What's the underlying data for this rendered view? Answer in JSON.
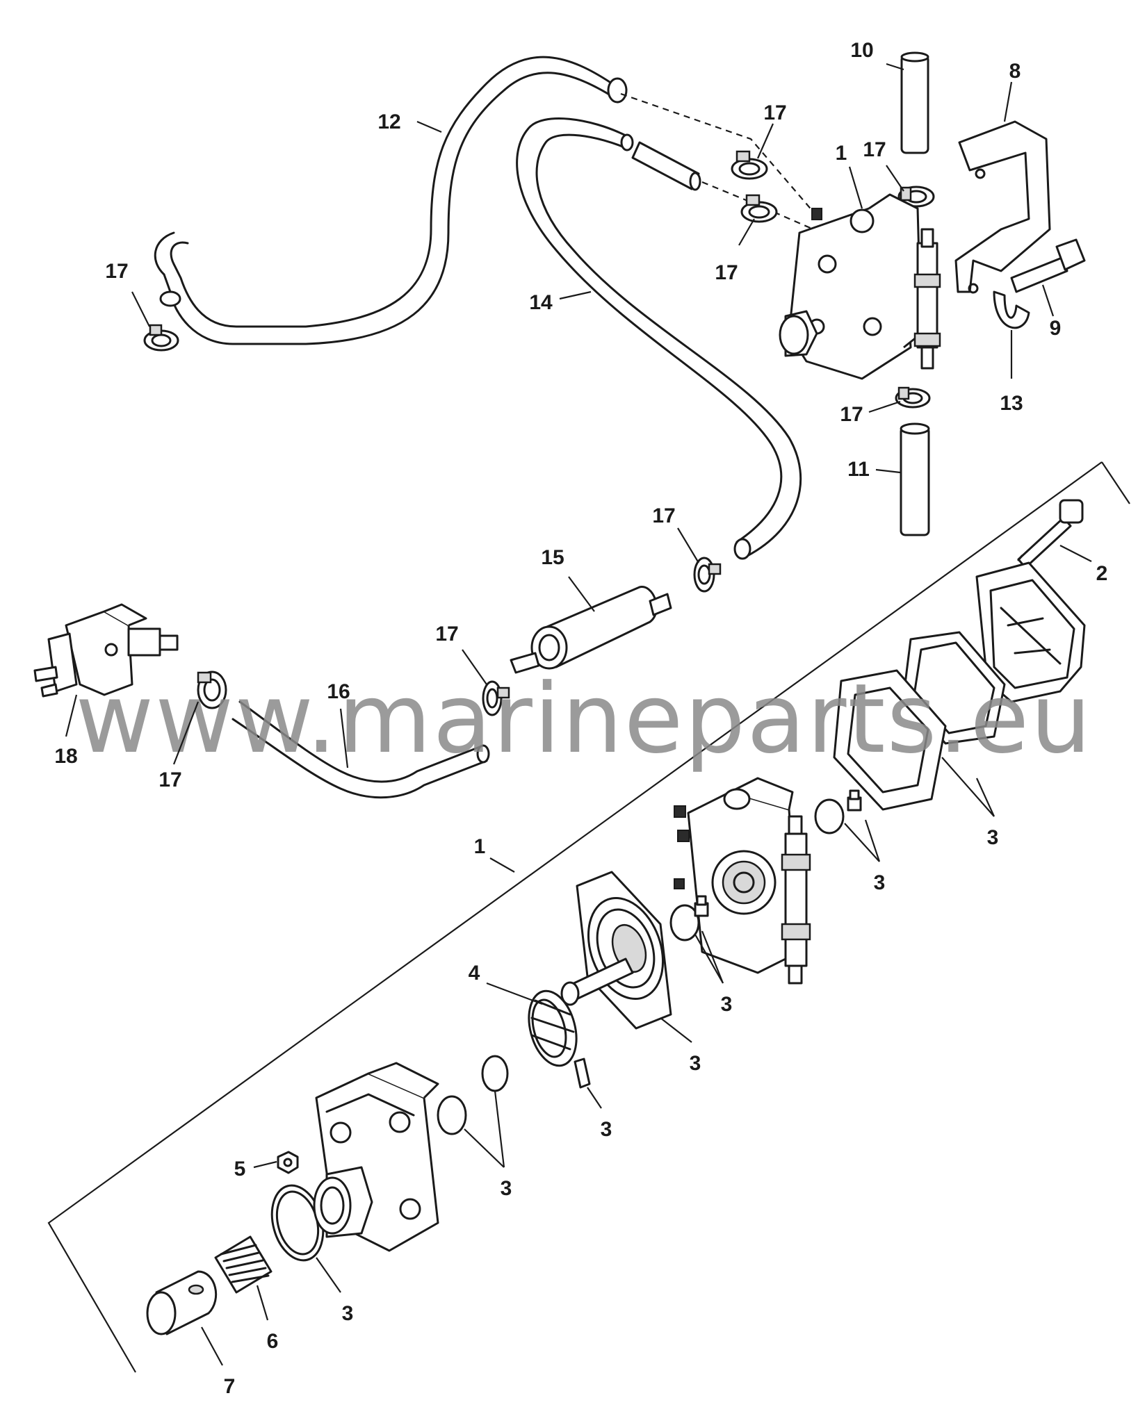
{
  "watermark": "www.marineparts.eu",
  "callouts": {
    "c10": "10",
    "c8": "8",
    "c17a": "17",
    "c17b": "17",
    "c1a": "1",
    "c12": "12",
    "c17c": "17",
    "c17d": "17",
    "c14": "14",
    "c9": "9",
    "c13": "13",
    "c17e": "17",
    "c11": "11",
    "c17f": "17",
    "c2": "2",
    "c15": "15",
    "c17g": "17",
    "c16": "16",
    "c18": "18",
    "c17h": "17",
    "c3a": "3",
    "c1b": "1",
    "c3b": "3",
    "c3c": "3",
    "c4": "4",
    "c3d": "3",
    "c3e": "3",
    "c3f": "3",
    "c5": "5",
    "c3g": "3",
    "c6": "6",
    "c7": "7"
  }
}
